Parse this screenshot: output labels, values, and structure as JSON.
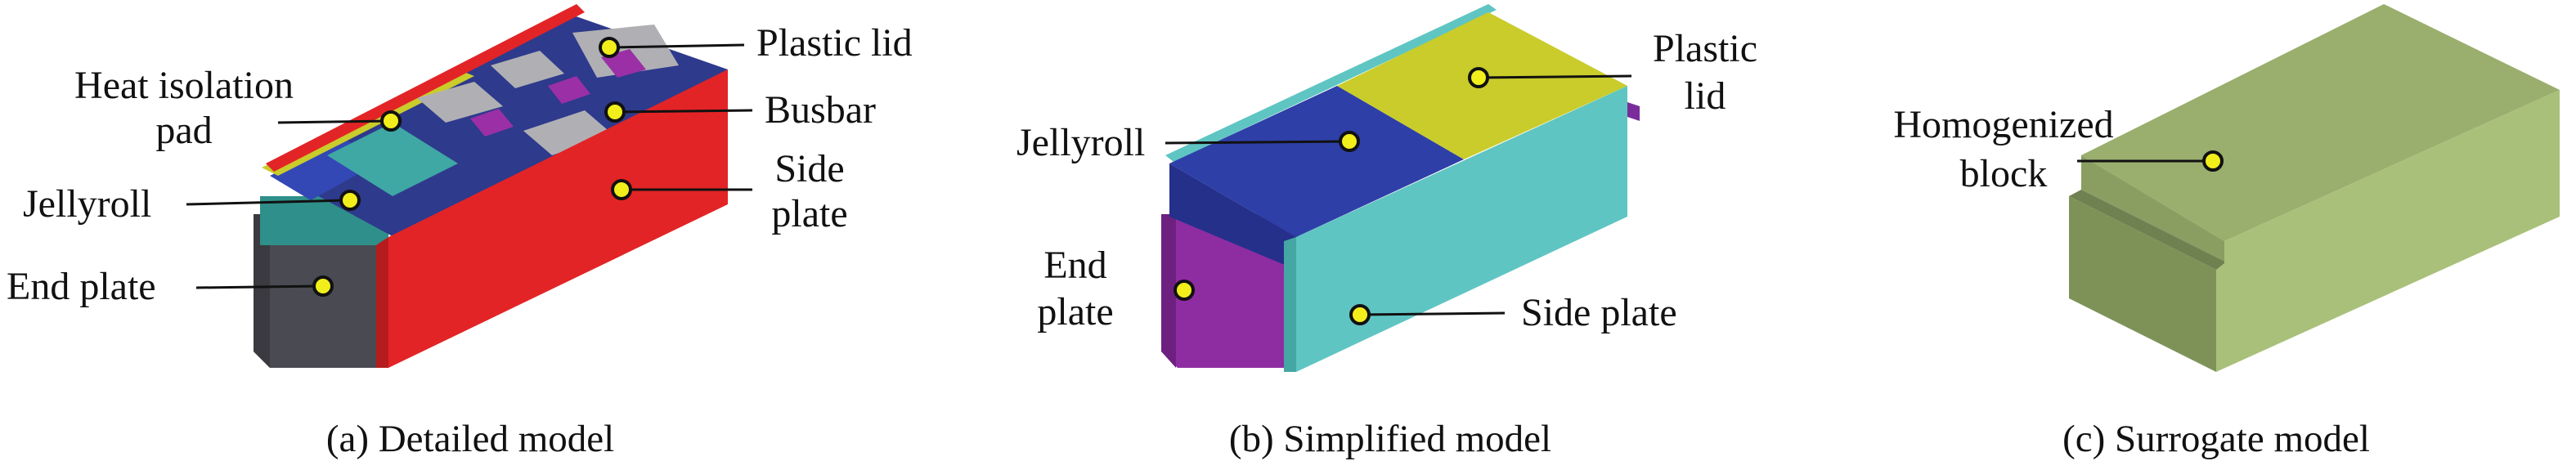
{
  "panels": [
    {
      "caption": "(a) Detailed model",
      "labels": {
        "heat_isolation_pad_line1": "Heat isolation",
        "heat_isolation_pad_line2": "pad",
        "plastic_lid": "Plastic lid",
        "busbar": "Busbar",
        "side_plate_line1": "Side",
        "side_plate_line2": "plate",
        "jellyroll": "Jellyroll",
        "end_plate": "End plate"
      }
    },
    {
      "caption": "(b) Simplified model",
      "labels": {
        "plastic_lid_line1": "Plastic",
        "plastic_lid_line2": "lid",
        "jellyroll": "Jellyroll",
        "end_plate_line1": "End",
        "end_plate_line2": "plate",
        "side_plate": "Side plate"
      }
    },
    {
      "caption": "(c) Surrogate model",
      "labels": {
        "homogenized_block_line1": "Homogenized",
        "homogenized_block_line2": "block"
      }
    }
  ],
  "colors": {
    "red_plate": "#e32426",
    "navy_lid": "#2e3a8c",
    "gray_busbar": "#b0b0b4",
    "purple": "#9b2fa6",
    "jellyroll_blue": "#3348b5",
    "teal": "#5fc5c2",
    "dark_gray": "#4a4a52",
    "yellow_green": "#c9cc2a",
    "magenta_end": "#8e2ca2",
    "olive_top": "#9aae6e",
    "olive_side": "#a9c07a",
    "olive_front": "#7e9258",
    "marker_fill": "#f2ee1c"
  }
}
